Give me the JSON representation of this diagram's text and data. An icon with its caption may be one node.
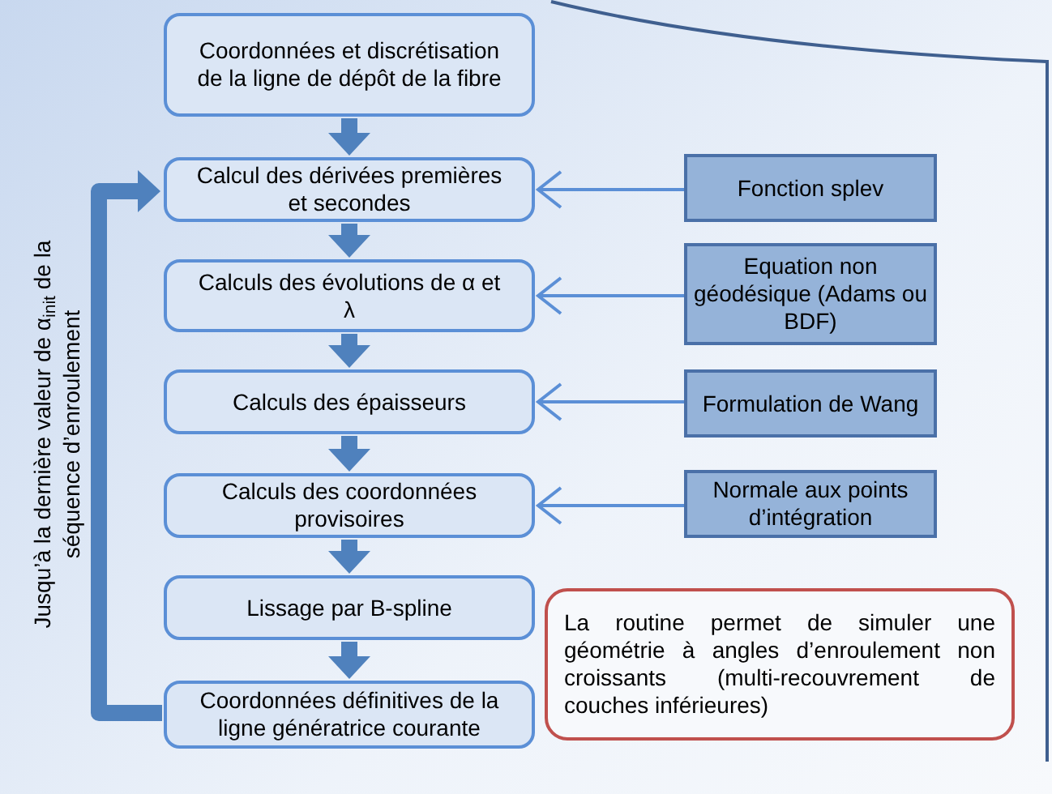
{
  "diagram": {
    "nodes": [
      {
        "text": [
          "Coordonnées et discrétisation de la ligne de dépôt de la fibre"
        ]
      },
      {
        "text": [
          "Calcul des dérivées premières et secondes"
        ]
      },
      {
        "text": [
          "Calculs des évolutions de α et λ"
        ]
      },
      {
        "text": [
          "Calculs des épaisseurs"
        ]
      },
      {
        "text": [
          "Calculs des coordonnées provisoires"
        ]
      },
      {
        "text": [
          "Lissage par B-spline"
        ]
      },
      {
        "text": [
          "Coordonnées définitives de la ligne génératrice courante"
        ]
      },
      {
        "text": [
          "Fonction splev"
        ]
      },
      {
        "text": [
          "Equation non géodésique (Adams ou BDF)"
        ]
      },
      {
        "text": [
          "Formulation de Wang"
        ]
      },
      {
        "text": [
          "Normale aux points d’intégration"
        ]
      },
      {
        "text": [
          "La routine permet de simuler une géométrie à angles d’enroulement non croissants (multi-recouvrement de couches inférieures)"
        ]
      }
    ],
    "edges": [
      {
        "from": 0,
        "to": 1,
        "arrow": "to"
      },
      {
        "from": 1,
        "to": 2,
        "arrow": "to"
      },
      {
        "from": 2,
        "to": 3,
        "arrow": "to"
      },
      {
        "from": 3,
        "to": 4,
        "arrow": "to"
      },
      {
        "from": 4,
        "to": 5,
        "arrow": "to"
      },
      {
        "from": 5,
        "to": 6,
        "arrow": "to"
      },
      {
        "from": 6,
        "to": 1,
        "arrow": "to"
      },
      {
        "from": 7,
        "to": 1,
        "arrow": "to"
      },
      {
        "from": 8,
        "to": 2,
        "arrow": "to"
      },
      {
        "from": 9,
        "to": 3,
        "arrow": "to"
      },
      {
        "from": 10,
        "to": 4,
        "arrow": "to"
      }
    ],
    "labels": [
      "Jusqu’à la dernière valeur de α$_{init}$ de la séquence d’enroulement"
    ]
  }
}
